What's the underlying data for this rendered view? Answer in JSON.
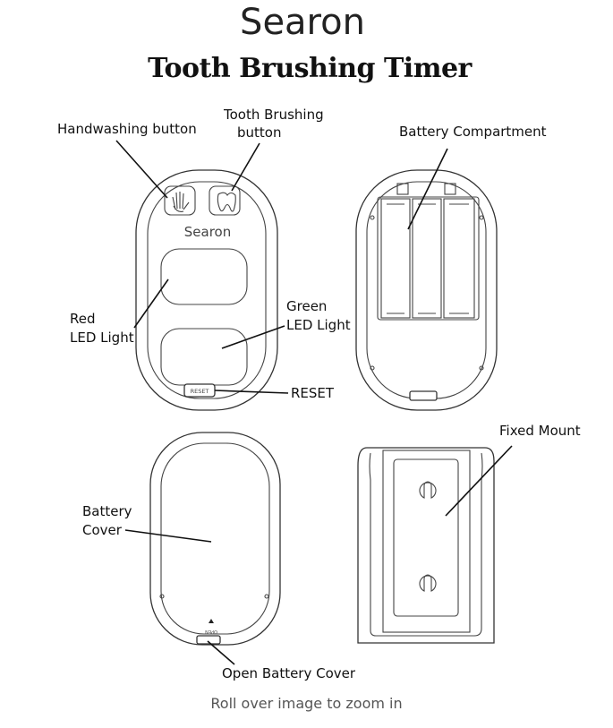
{
  "header": {
    "brand": "Searon",
    "title": "Tooth Brushing Timer"
  },
  "front_view": {
    "device_brand": "Searon",
    "reset_key_text": "RESET",
    "labels": {
      "handwashing": "Handwashing button",
      "tooth_brushing_line1": "Tooth Brushing",
      "tooth_brushing_line2": "button",
      "red_led_line1": "Red",
      "red_led_line2": "LED Light",
      "green_led_line1": "Green",
      "green_led_line2": "LED Light",
      "reset": "RESET"
    }
  },
  "back_view": {
    "labels": {
      "battery_compartment": "Battery Compartment"
    }
  },
  "cover_view": {
    "open_marking": "OPEN",
    "labels": {
      "battery_cover_line1": "Battery",
      "battery_cover_line2": "Cover",
      "open_battery_cover": "Open Battery Cover"
    }
  },
  "mount_view": {
    "labels": {
      "fixed_mount": "Fixed Mount"
    }
  },
  "footer": {
    "hint": "Roll over image to zoom in"
  }
}
